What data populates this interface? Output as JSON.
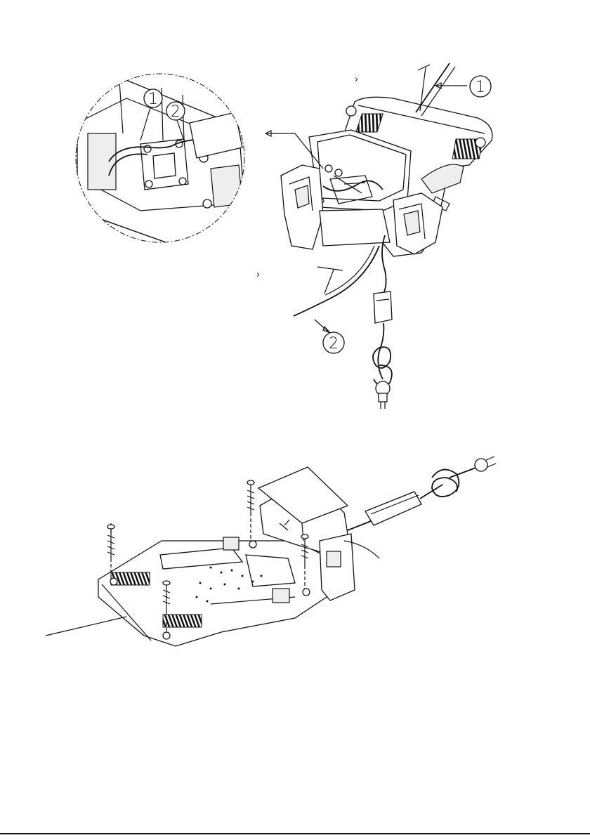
{
  "figure": {
    "top_view": {
      "callouts": [
        {
          "id": "callout-1",
          "text": "1"
        },
        {
          "id": "callout-2",
          "text": "2"
        }
      ],
      "inset_callouts": [
        {
          "id": "inset-callout-1",
          "text": "1"
        },
        {
          "id": "inset-callout-2",
          "text": "2"
        }
      ],
      "chevrons": [
        {
          "id": "chevron-upper",
          "text": "›"
        },
        {
          "id": "chevron-lower",
          "text": "›"
        }
      ]
    },
    "bottom_view": {
      "parts": [
        "charging-station-base",
        "charging-cover",
        "power-adapter",
        "power-plug",
        "ground-screws",
        "boundary-wire"
      ]
    }
  }
}
